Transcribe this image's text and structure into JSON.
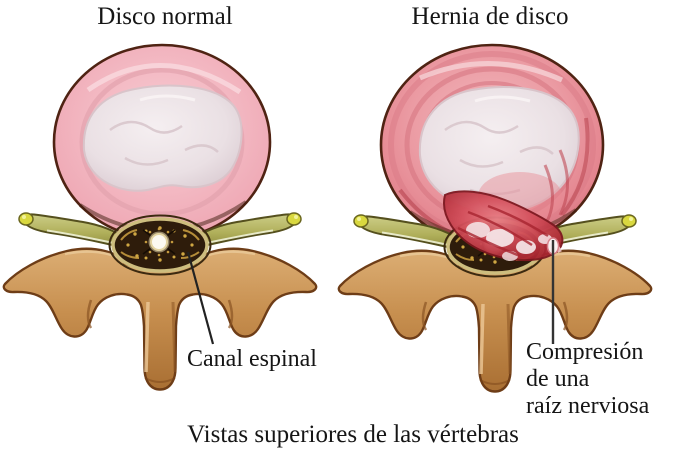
{
  "diagram": {
    "left": {
      "title": "Disco normal",
      "label": "Canal espinal"
    },
    "right": {
      "title": "Hernia de disco",
      "label": "Compresión\nde una\nraíz nerviosa"
    },
    "caption": "Vistas superiores de las vértebras"
  },
  "colors": {
    "background": "#ffffff",
    "disc_normal_pink": "#f3b8c2",
    "nucleus_white": "#ece3e6",
    "disc_herniated_red": "#e8959f",
    "herniation_red": "#c9303f",
    "bone_tan": "#c78f4f",
    "nerve_wing_olive": "#b6b45f",
    "nerve_tip_yellow": "#d9d83f",
    "canal_dark": "#2e1c0b",
    "canal_gold": "#cfa743",
    "spinal_cord_white": "#fcf9f1",
    "text": "#151515"
  }
}
